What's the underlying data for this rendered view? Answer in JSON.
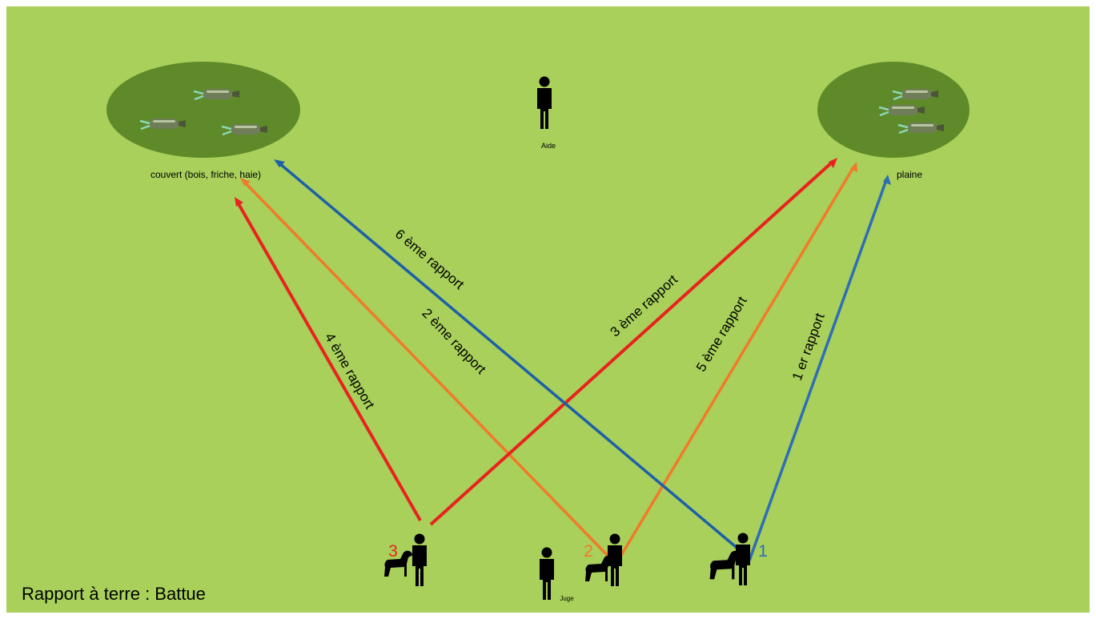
{
  "title": "Rapport à terre : Battue",
  "zones": {
    "left_label": "couvert (bois, friche, haie)",
    "right_label": "plaine"
  },
  "people": {
    "helper_label": "Aide",
    "judge_label": "Juge"
  },
  "handlers": [
    {
      "number": "3",
      "color": "#e8231f"
    },
    {
      "number": "2",
      "color": "#f07a2a"
    },
    {
      "number": "1",
      "color": "#2f6db5"
    }
  ],
  "retrieves": [
    {
      "label": "1 er rapport",
      "color": "#2f6db5"
    },
    {
      "label": "2 ème rapport",
      "color": "#f07a2a"
    },
    {
      "label": "3 ème rapport",
      "color": "#e8231f"
    },
    {
      "label": "4 ème rapport",
      "color": "#e8231f"
    },
    {
      "label": "5 ème rapport",
      "color": "#f07a2a"
    },
    {
      "label": "6 ème rapport",
      "color": "#2f6db5"
    }
  ],
  "colors": {
    "field": "#a8d05a",
    "zone": "#5e8a2a"
  }
}
